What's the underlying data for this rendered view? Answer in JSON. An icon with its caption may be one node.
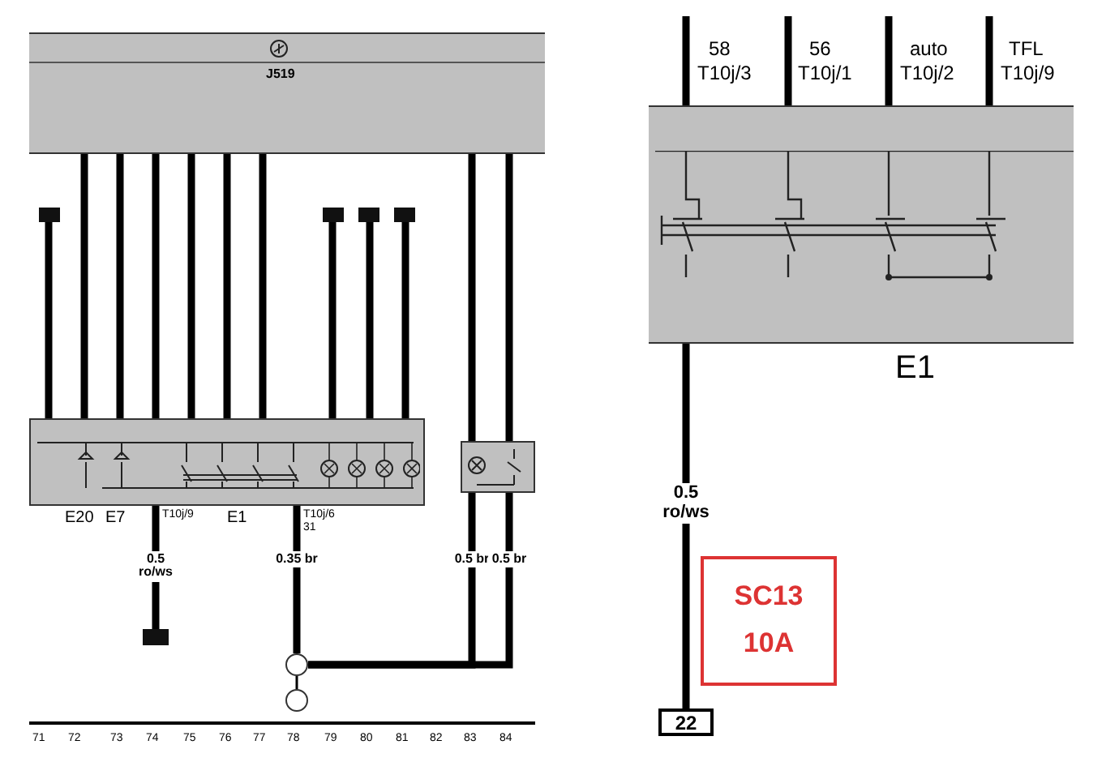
{
  "diagram": {
    "nodes": [
      {
        "text": [
          "J519"
        ]
      },
      {
        "text": [],
        "shape": "box"
      },
      {
        "text": [],
        "shape": "box"
      },
      {
        "text": [],
        "shape": "box"
      },
      {
        "text": [],
        "shape": "box"
      },
      {
        "text": [],
        "shape": "box",
        "beside": [
          "E20",
          "E7",
          "E1"
        ]
      },
      {
        "text": [],
        "shape": "box"
      },
      {
        "text": [],
        "shape": "box"
      },
      {
        "text": [],
        "shape": "circle"
      },
      {
        "text": [],
        "shape": "circle"
      },
      {
        "text": [
          "E1"
        ]
      },
      {
        "text": [
          "SC13 10A"
        ]
      },
      {
        "text": [
          "22"
        ]
      }
    ],
    "edges": [
      {
        "from": 0,
        "to": 5,
        "arrow": "none"
      },
      {
        "from": 0,
        "to": 5,
        "arrow": "none"
      },
      {
        "from": 0,
        "to": 5,
        "arrow": "none"
      },
      {
        "from": 0,
        "to": 5,
        "arrow": "none"
      },
      {
        "from": 0,
        "to": 5,
        "arrow": "none"
      },
      {
        "from": 0,
        "to": 5,
        "arrow": "none"
      },
      {
        "from": 0,
        "to": 6,
        "arrow": "none"
      },
      {
        "from": 0,
        "to": 6,
        "arrow": "none"
      },
      {
        "from": 1,
        "to": 5,
        "arrow": "none"
      },
      {
        "from": 2,
        "to": 5,
        "arrow": "none"
      },
      {
        "from": 3,
        "to": 5,
        "arrow": "none"
      },
      {
        "from": 4,
        "to": 5,
        "arrow": "none"
      },
      {
        "from": 5,
        "to": 7,
        "arrow": "none",
        "label": "0.5 ro/ws"
      },
      {
        "from": 5,
        "to": 8,
        "arrow": "none",
        "label": "0.35 br"
      },
      {
        "from": 6,
        "to": 8,
        "arrow": "none",
        "label": "0.5 br"
      },
      {
        "from": 6,
        "to": 8,
        "arrow": "none",
        "label": "0.5 br"
      },
      {
        "from": 8,
        "to": 9,
        "arrow": "none"
      },
      {
        "from": null,
        "to": 10,
        "arrow": "none"
      },
      {
        "from": null,
        "to": 10,
        "arrow": "none"
      },
      {
        "from": null,
        "to": 10,
        "arrow": "none"
      },
      {
        "from": null,
        "to": 10,
        "arrow": "none"
      },
      {
        "from": 10,
        "to": 12,
        "arrow": "none",
        "label": "0.5 ro/ws"
      }
    ],
    "labels": [
      "58",
      "T10j/3",
      "56",
      "T10j/1",
      "auto",
      "T10j/2",
      "TFL",
      "T10j/9",
      "T10j/9",
      "T10j/6",
      "31",
      "71",
      "72",
      "73",
      "74",
      "75",
      "76",
      "77",
      "78",
      "79",
      "80",
      "81",
      "82",
      "83",
      "84"
    ]
  }
}
